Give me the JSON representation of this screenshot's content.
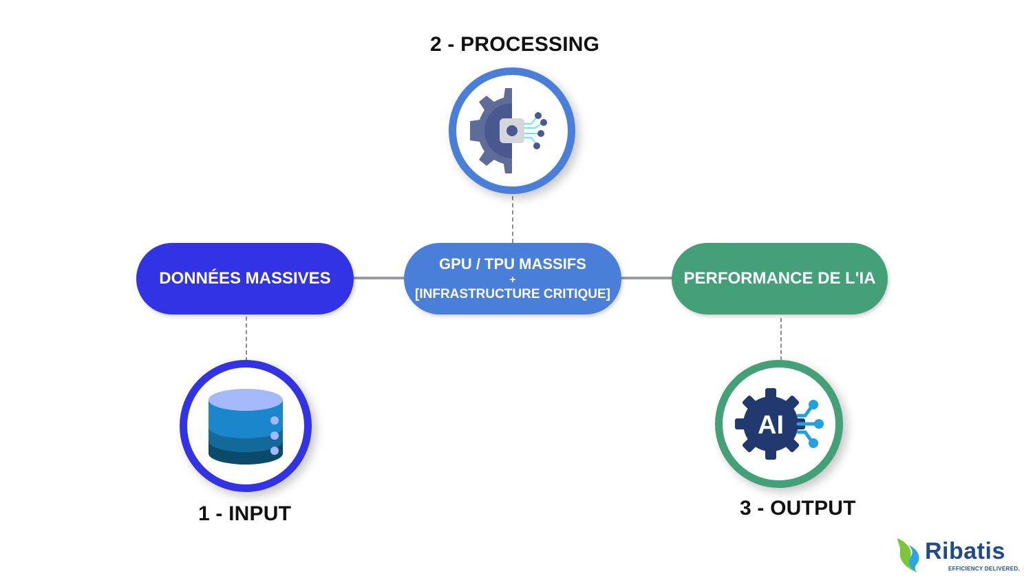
{
  "stages": {
    "input": {
      "label": "1 - INPUT",
      "pill_text": "DONNÉES MASSIVES",
      "icon": "database-icon",
      "color": "#3333e6"
    },
    "processing": {
      "label": "2 - PROCESSING",
      "pill_line1": "GPU / TPU MASSIFS",
      "pill_plus": "+",
      "pill_line2": "[INFRASTRUCTURE CRITIQUE]",
      "icon": "gear-chip-icon",
      "color": "#4a7fd9"
    },
    "output": {
      "label": "3 - OUTPUT",
      "pill_text": "PERFORMANCE DE L'IA",
      "icon": "ai-gear-icon",
      "icon_text": "AI",
      "color": "#44a078"
    }
  },
  "logo": {
    "name": "Ribatis",
    "tagline": "EFFICIENCY DELIVERED."
  }
}
